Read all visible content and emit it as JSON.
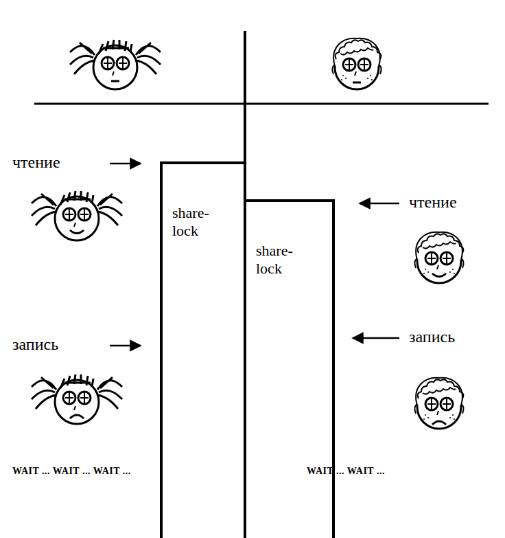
{
  "diagram": {
    "nodes": [
      {
        "text": [
          "share-lock"
        ]
      },
      {
        "text": [
          "share-lock"
        ]
      }
    ],
    "labels": [
      "чтение",
      "чтение",
      "запись",
      "запись",
      "WAIT ... WAIT ... WAIT ...",
      "WAIT ... WAIT ..."
    ]
  }
}
